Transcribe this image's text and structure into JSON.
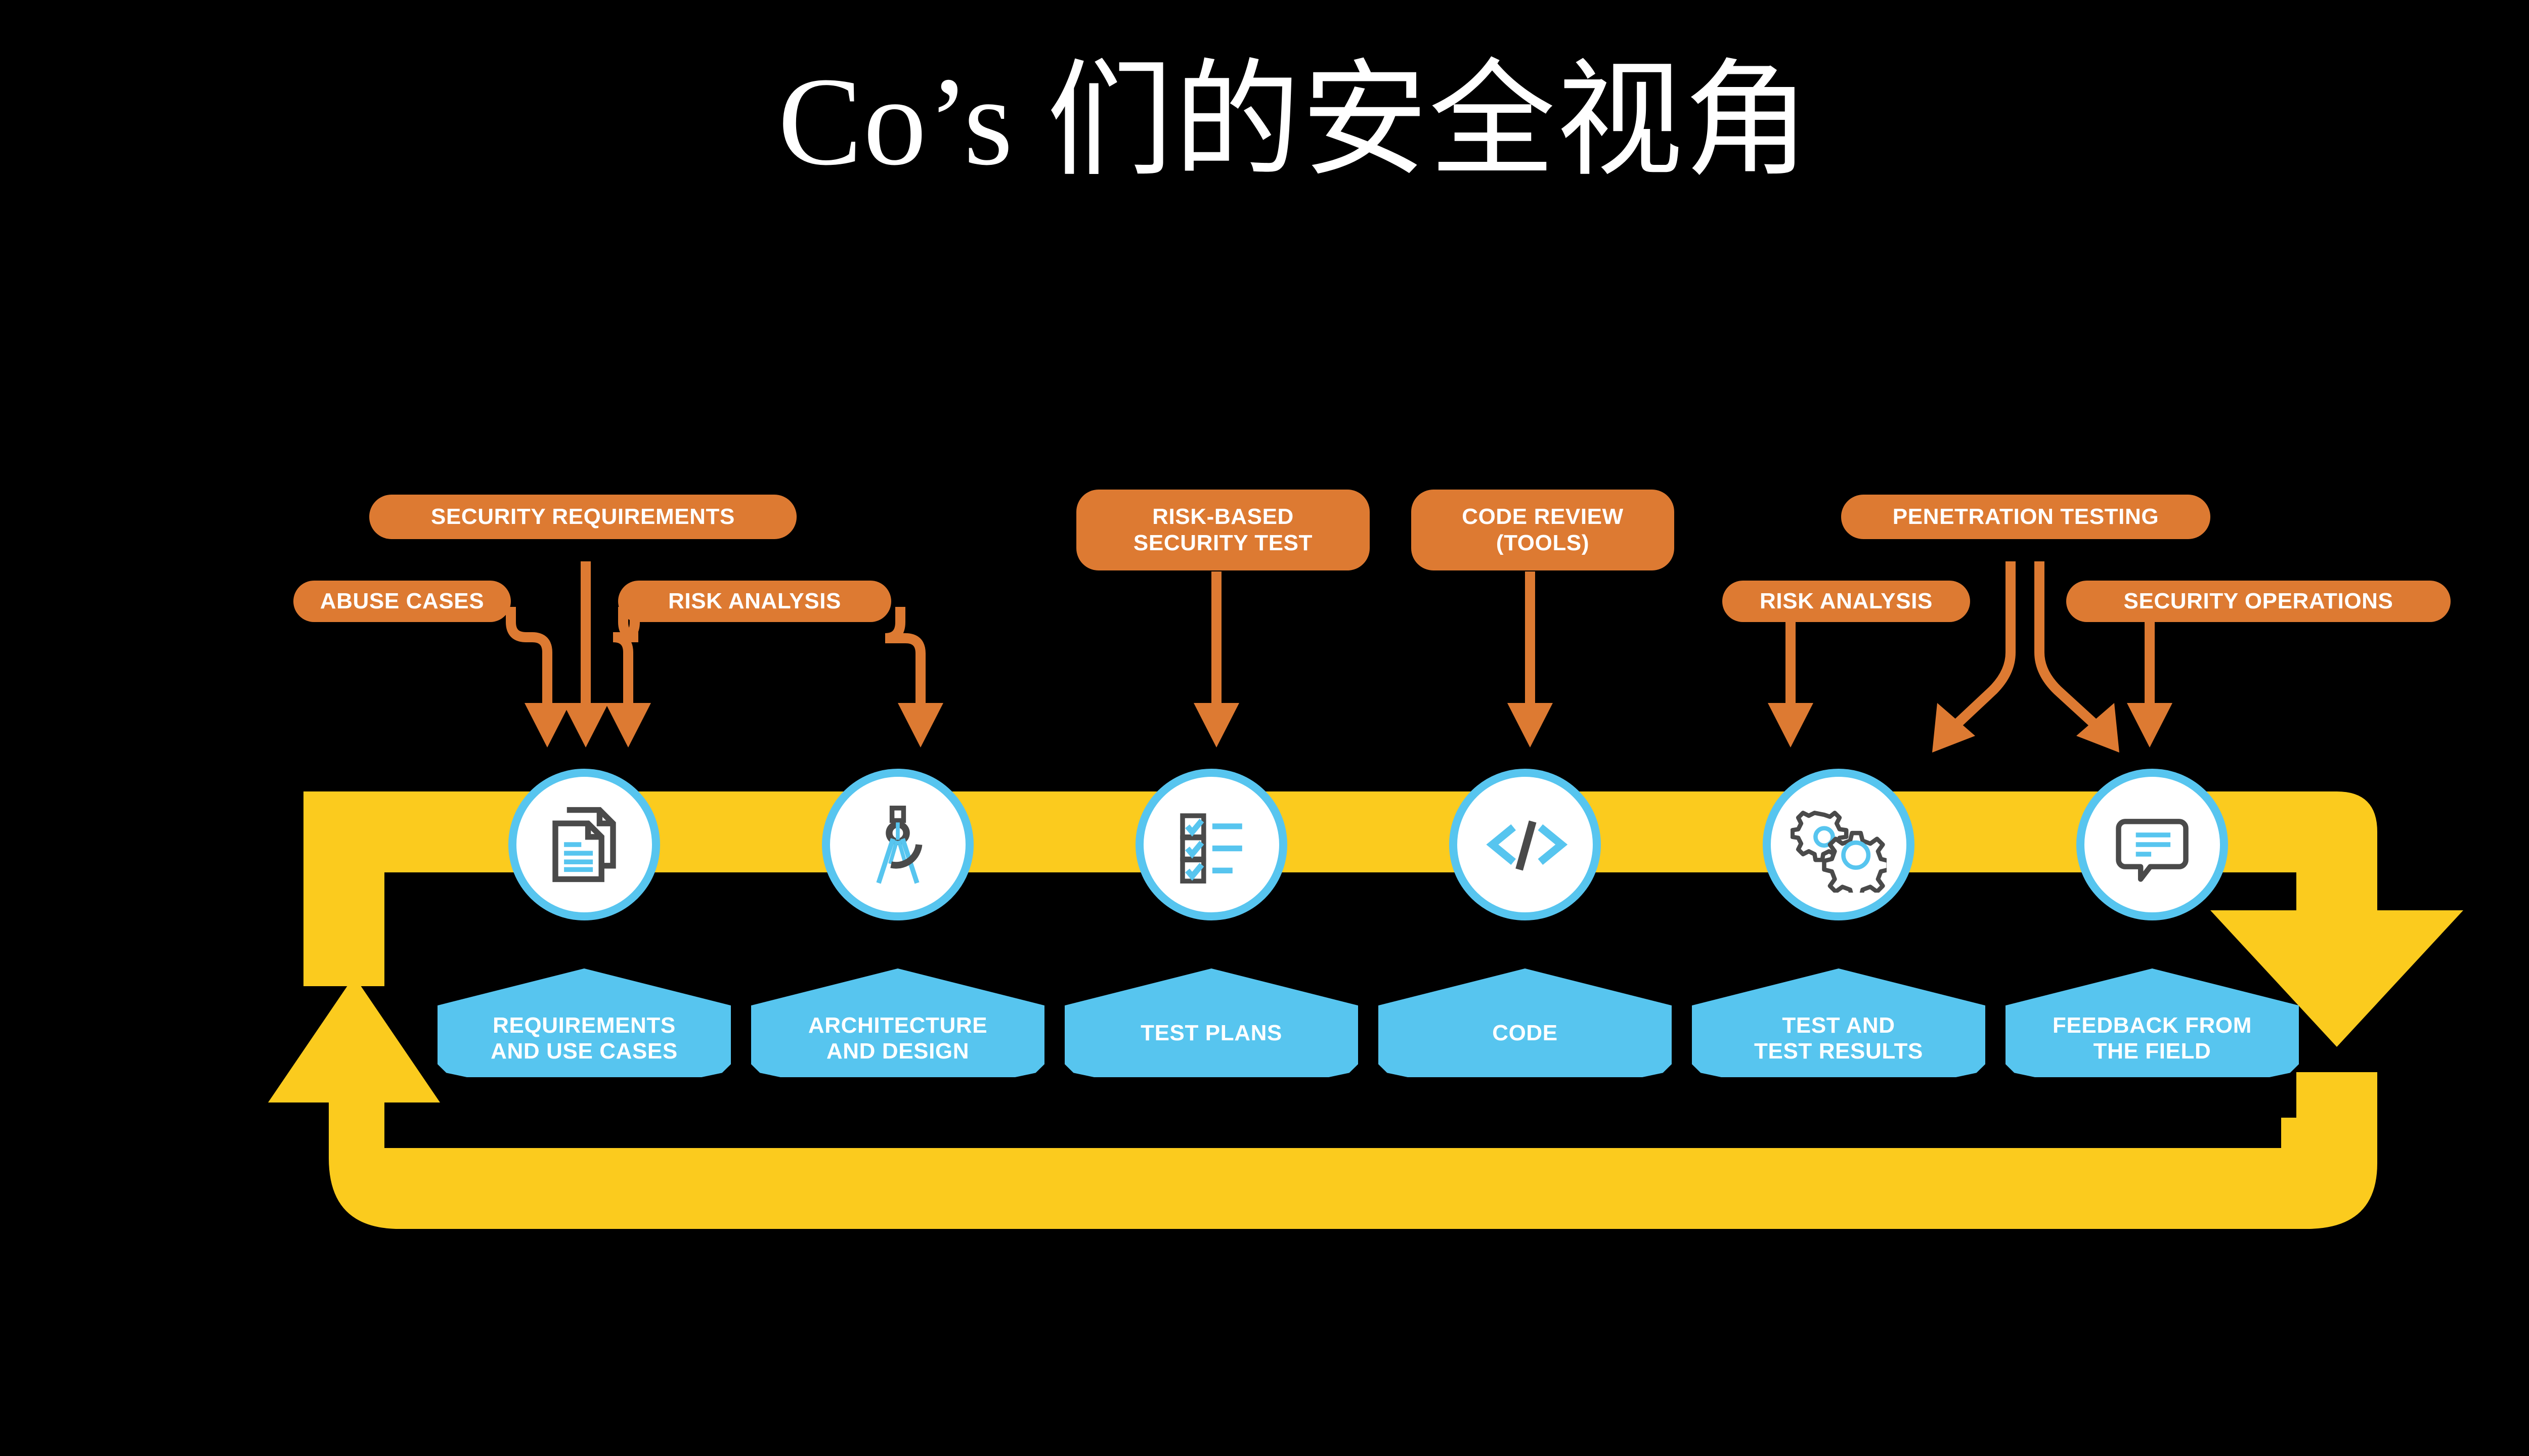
{
  "page": {
    "title": "Co’s 们的安全视角",
    "background_color": "#000000"
  },
  "colors": {
    "orange": "#DD7A32",
    "yellow": "#FBCB1E",
    "blue": "#57C5EF",
    "white": "#FFFFFF",
    "icon_dark": "#4A4A4A",
    "background": "#000000"
  },
  "security_touchpoints": [
    {
      "label": "ABUSE CASES",
      "id": "abuse-cases"
    },
    {
      "label": "SECURITY REQUIREMENTS",
      "id": "security-requirements"
    },
    {
      "label": "RISK ANALYSIS",
      "id": "risk-analysis-left"
    },
    {
      "label": "RISK-BASED\nSECURITY TEST",
      "line1": "RISK-BASED",
      "line2": "SECURITY TEST",
      "id": "risk-based-security-test"
    },
    {
      "label": "CODE REVIEW\n(TOOLS)",
      "line1": "CODE REVIEW",
      "line2": "(TOOLS)",
      "id": "code-review-tools"
    },
    {
      "label": "PENETRATION TESTING",
      "id": "penetration-testing"
    },
    {
      "label": "RISK ANALYSIS",
      "id": "risk-analysis-right"
    },
    {
      "label": "SECURITY OPERATIONS",
      "id": "security-operations"
    }
  ],
  "lifecycle_stages": [
    {
      "label": "REQUIREMENTS\nAND USE CASES",
      "line1": "REQUIREMENTS",
      "line2": "AND USE CASES",
      "icon": "documents-icon",
      "id": "requirements-and-use-cases"
    },
    {
      "label": "ARCHITECTURE\nAND DESIGN",
      "line1": "ARCHITECTURE",
      "line2": "AND DESIGN",
      "icon": "compass-icon",
      "id": "architecture-and-design"
    },
    {
      "label": "TEST PLANS",
      "line1": "TEST PLANS",
      "line2": "",
      "icon": "checklist-icon",
      "id": "test-plans"
    },
    {
      "label": "CODE",
      "line1": "CODE",
      "line2": "",
      "icon": "code-brackets-icon",
      "id": "code"
    },
    {
      "label": "TEST AND\nTEST RESULTS",
      "line1": "TEST AND",
      "line2": "TEST RESULTS",
      "icon": "gears-icon",
      "id": "test-and-test-results"
    },
    {
      "label": "FEEDBACK FROM\nTHE FIELD",
      "line1": "FEEDBACK FROM",
      "line2": "THE FIELD",
      "icon": "speech-bubble-icon",
      "id": "feedback-from-the-field"
    }
  ],
  "flow": {
    "direction": "clockwise-loop",
    "arrow_color": "#FBCB1E",
    "connector_color": "#DD7A32"
  }
}
